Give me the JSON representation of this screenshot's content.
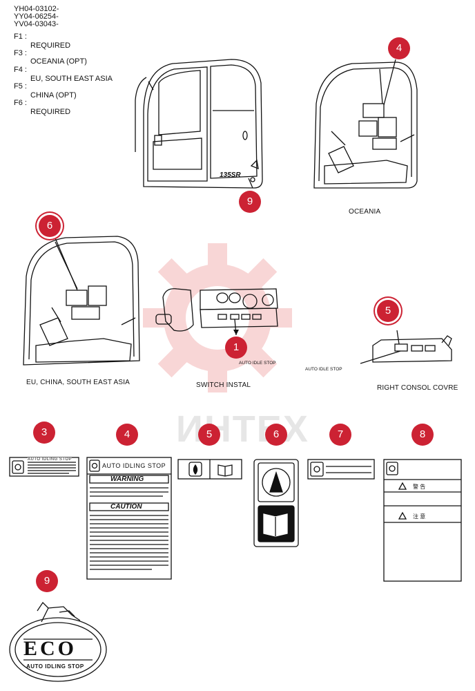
{
  "header": {
    "part_numbers": [
      "YH04-03102-",
      "YY04-06254-",
      "YV04-03043-"
    ],
    "footnotes": [
      {
        "key": "F1 :",
        "value": "REQUIRED"
      },
      {
        "key": "F3 :",
        "value": "OCEANIA (OPT)"
      },
      {
        "key": "F4 :",
        "value": "EU, SOUTH EAST ASIA"
      },
      {
        "key": "F5 :",
        "value": "CHINA (OPT)"
      },
      {
        "key": "F6 :",
        "value": "REQUIRED"
      }
    ]
  },
  "captions": {
    "oceania": "OCEANIA",
    "eu_china_sea": "EU, CHINA, SOUTH EAST ASIA",
    "switch_instal": "SWITCH INSTAL",
    "right_console": "RIGHT CONSOL COVRE",
    "auto_idle_stop_1": "AUTO IDLE STOP",
    "auto_idle_stop_2": "AUTO IDLE STOP",
    "model_badge": "135SR"
  },
  "callouts": {
    "c1": "1",
    "c3": "3",
    "c4_top": "4",
    "c4": "4",
    "c5_top": "5",
    "c5": "5",
    "c6_top": "6",
    "c6": "6",
    "c7": "7",
    "c8": "8",
    "c9_top": "9",
    "c9": "9"
  },
  "labels": {
    "label3_title": "AUTO IDLING STOP",
    "label4_title": "AUTO IDLING STOP",
    "label4_warning": "WARNING",
    "label4_caution": "CAUTION",
    "label8_row1": "警 告",
    "label8_row2": "注 意"
  },
  "eco": {
    "word": "ECO",
    "ribbon": "AUTO IDLING STOP"
  },
  "watermark": "ИНТЕХ",
  "colors": {
    "callout_red": "#cc2233",
    "gear_watermark": "#f6c8c8"
  }
}
